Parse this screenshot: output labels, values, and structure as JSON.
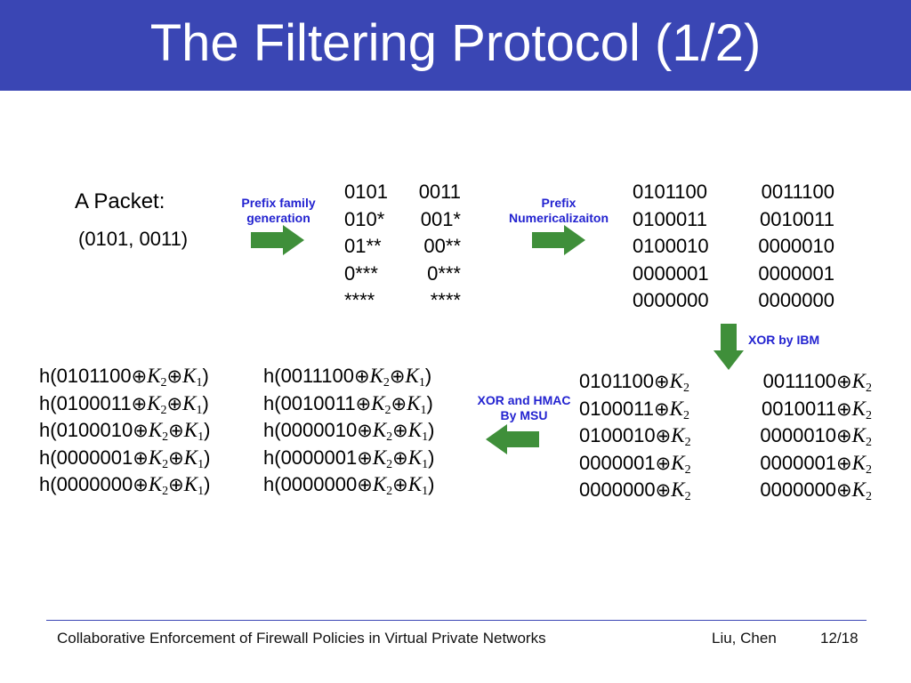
{
  "slide": {
    "title": "The Filtering Protocol (1/2)",
    "packet_label": "A Packet:",
    "packet_value": "(0101, 0011)"
  },
  "labels": {
    "prefix_family": [
      "Prefix family",
      "generation"
    ],
    "prefix_numericalization": [
      "Prefix",
      "Numericalizaiton"
    ],
    "xor_ibm": "XOR by IBM",
    "xor_hmac": [
      "XOR and HMAC",
      "By MSU"
    ]
  },
  "prefix_family": {
    "col1": [
      "0101",
      "010*",
      "01**",
      "0***",
      "****"
    ],
    "col2": [
      "0011",
      "001*",
      "00**",
      "0***",
      "****"
    ]
  },
  "numericalized": {
    "col1": [
      "0101100",
      "0100011",
      "0100010",
      "0000001",
      "0000000"
    ],
    "col2": [
      "0011100",
      "0010011",
      "0000010",
      "0000001",
      "0000000"
    ]
  },
  "xor_ibm": {
    "col1": [
      "0101100",
      "0100011",
      "0100010",
      "0000001",
      "0000000"
    ],
    "col2": [
      "0011100",
      "0010011",
      "0000010",
      "0000001",
      "0000000"
    ],
    "xor_symbol": "⊕",
    "key": "K",
    "key_sub": "2"
  },
  "hmac": {
    "prefix": "h(",
    "suffix": ")",
    "col1": [
      "0101100",
      "0100011",
      "0100010",
      "0000001",
      "0000000"
    ],
    "col2": [
      "0011100",
      "0010011",
      "0000010",
      "0000001",
      "0000000"
    ],
    "xor_symbol": "⊕",
    "key": "K",
    "key2_sub": "2",
    "key1_sub": "1"
  },
  "footer": {
    "title": "Collaborative Enforcement of Firewall Policies in Virtual Private Networks",
    "authors": "Liu, Chen",
    "page": "12/18"
  },
  "colors": {
    "title_bar": "#3a46b4",
    "label_text": "#2323d0",
    "arrow_fill": "#3f8f3a"
  }
}
